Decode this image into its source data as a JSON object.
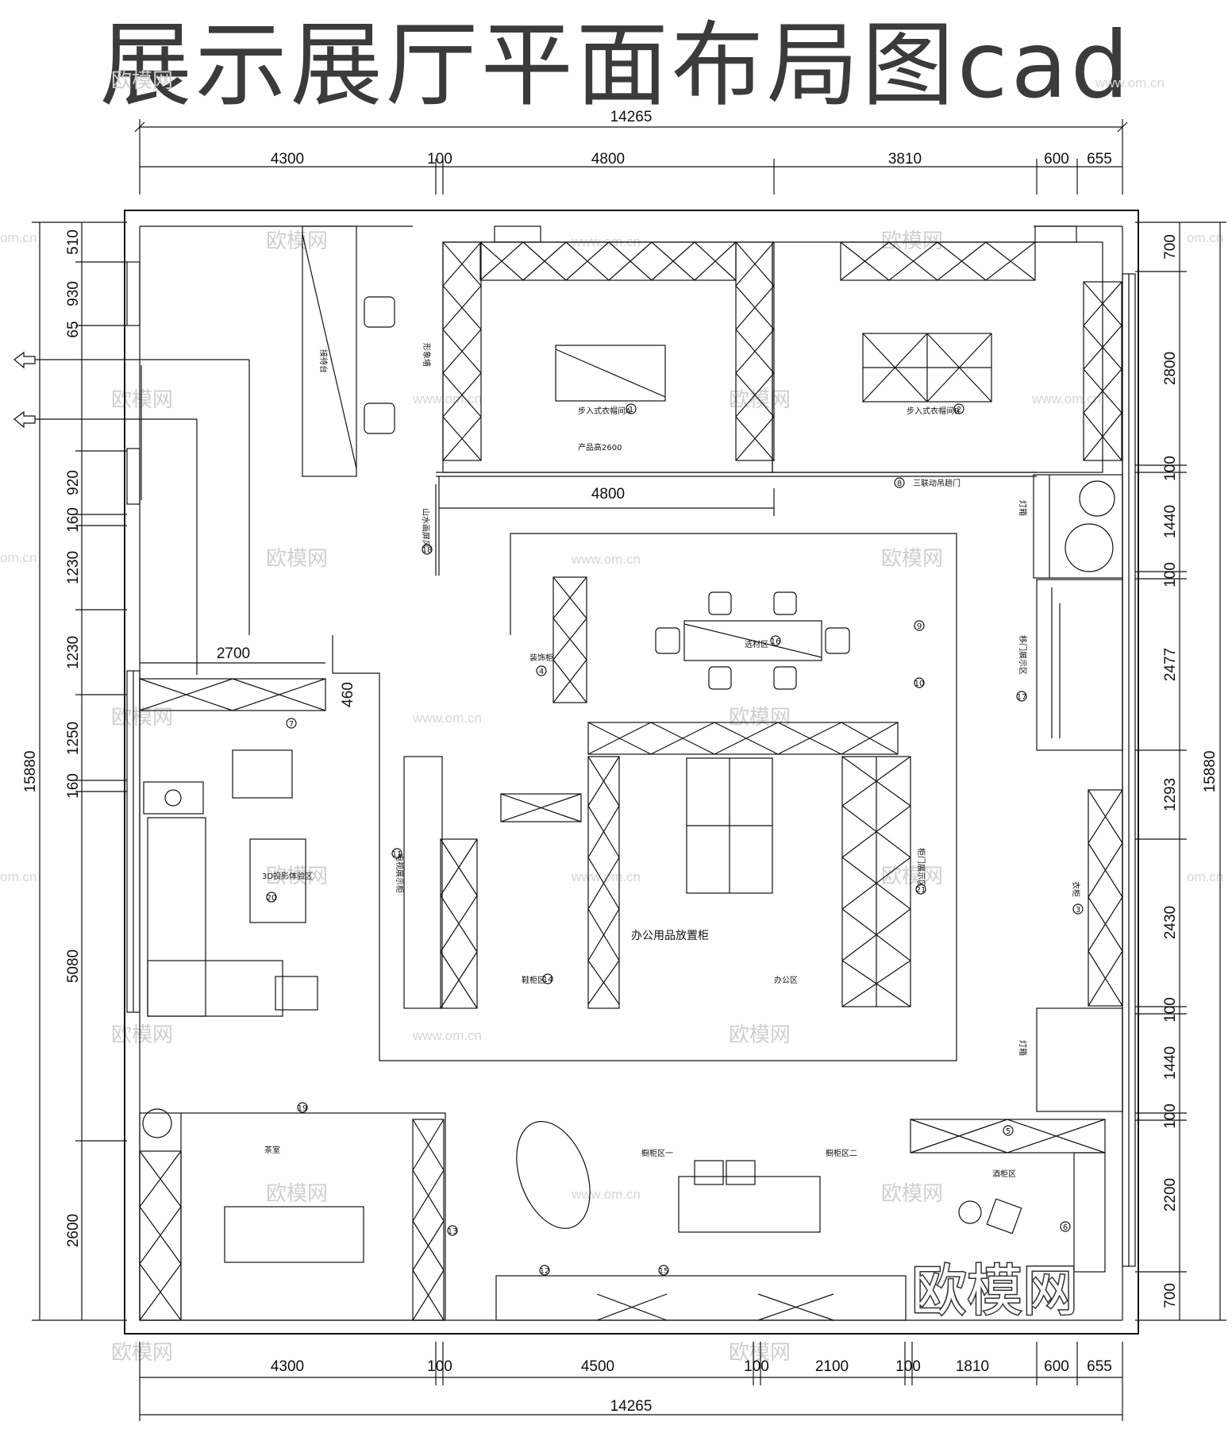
{
  "title": "展示展厅平面布局图cad",
  "watermark": {
    "brand": "欧模网",
    "url": "www.om.cn",
    "url_short": "om.cn"
  },
  "dimensions": {
    "top_total": "14265",
    "top": [
      "4300",
      "100",
      "4800",
      "3810",
      "600",
      "655"
    ],
    "bottom_total": "14265",
    "bottom": [
      "4300",
      "100",
      "4500",
      "100",
      "2100",
      "100",
      "1810",
      "600",
      "655"
    ],
    "left_total": "15880",
    "left": [
      "510",
      "930",
      "65",
      "920",
      "160",
      "1230",
      "1230",
      "1250",
      "160",
      "5080",
      "2600"
    ],
    "right_total": "15880",
    "right": [
      "700",
      "2800",
      "100",
      "1440",
      "100",
      "2477",
      "1293",
      "2430",
      "100",
      "1440",
      "100",
      "2200",
      "700"
    ],
    "inner_4800": "4800",
    "inner_2700": "2700",
    "inner_460": "460"
  },
  "rooms": {
    "walkin_a": "步入式衣帽间A",
    "walkin_b": "步入式衣帽间B",
    "product_height": "产品高2600",
    "triple_door": "三联动吊趟门",
    "projection": "3D投影体验区",
    "office_cabinet": "办公用品放置柜",
    "office_area": "办公区",
    "shoe_cabinet": "鞋柜区",
    "tea_room": "茶室",
    "cabinet_area_1": "橱柜区一",
    "cabinet_area_2": "橱柜区二",
    "wine_area": "酒柜区",
    "material_area": "选材区",
    "decor_cabinet": "装饰柜",
    "light_panel_1": "灯箱",
    "light_panel_2": "灯箱",
    "wardrobe": "衣柜",
    "door_display_1": "移门展示区",
    "door_display_2": "柜门展示区",
    "tv_cabinet": "电视展示柜",
    "reception": "接待台",
    "image_wall": "形象墙",
    "screen": "山水画屏风"
  },
  "markers": [
    "1",
    "2",
    "3",
    "4",
    "5",
    "6",
    "7",
    "8",
    "9",
    "10",
    "11",
    "12",
    "13",
    "14",
    "15",
    "16",
    "17",
    "18",
    "19",
    "20",
    "21"
  ],
  "colors": {
    "line": "#111111",
    "title": "#3b3b3b",
    "watermark": "#cfcfcf"
  }
}
